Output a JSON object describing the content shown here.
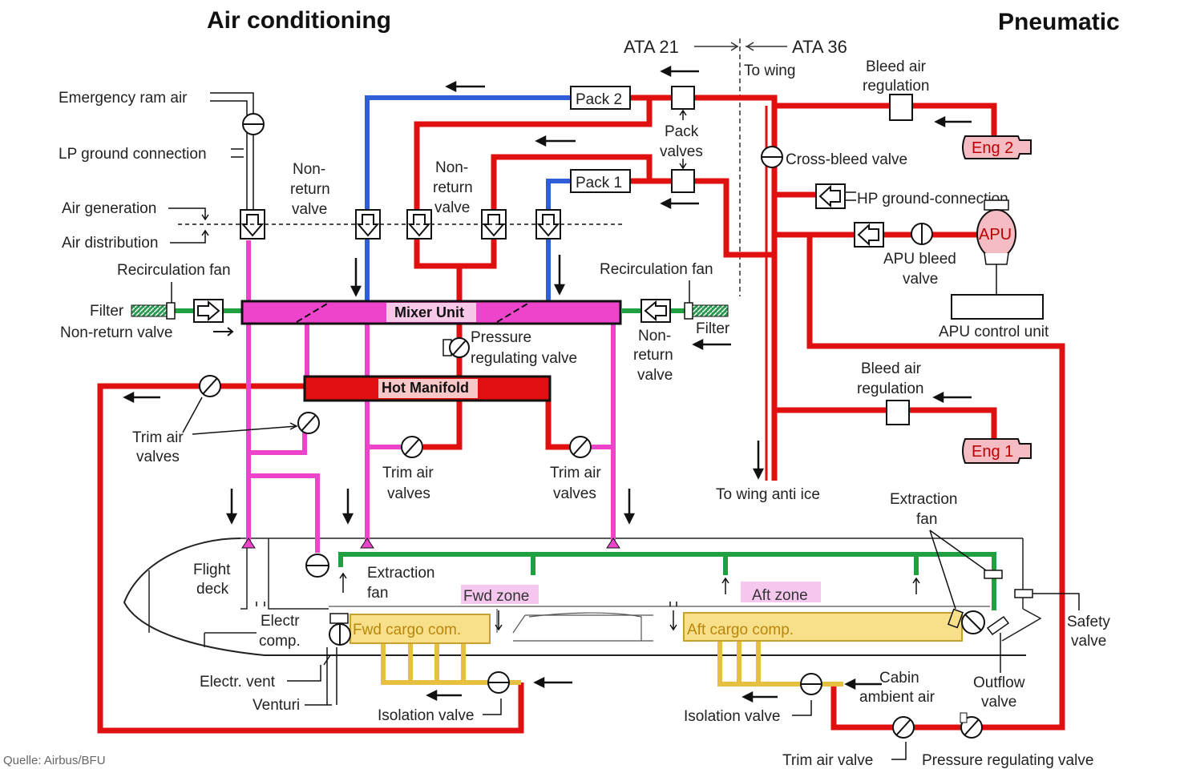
{
  "headings": {
    "air_conditioning": "Air conditioning",
    "pneumatic": "Pneumatic",
    "ata21": "ATA 21",
    "ata36": "ATA 36"
  },
  "labels": {
    "emergency_ram_air": "Emergency ram air",
    "lp_ground_connection": "LP ground connection",
    "air_generation": "Air generation",
    "air_distribution": "Air distribution",
    "recirculation_fan_left": "Recirculation fan",
    "recirculation_fan_right": "Recirculation fan",
    "filter_left": "Filter",
    "filter_right": "Filter",
    "non_return_valve_left": "Non-return valve",
    "non_return_valve_a": [
      "Non-",
      "return",
      "valve"
    ],
    "non_return_valve_b": [
      "Non-",
      "return",
      "valve"
    ],
    "non_return_valve_right": [
      "Non-",
      "return",
      "valve"
    ],
    "pack2": "Pack 2",
    "pack1": "Pack 1",
    "pack_valves": [
      "Pack",
      "valves"
    ],
    "to_wing": "To wing",
    "bleed_air_regulation_top": [
      "Bleed air",
      "regulation"
    ],
    "bleed_air_regulation_bottom": [
      "Bleed air",
      "regulation"
    ],
    "eng2": "Eng 2",
    "eng1": "Eng 1",
    "cross_bleed_valve": "Cross-bleed valve",
    "hp_ground_connection": "HP ground-connection",
    "apu": "APU",
    "apu_bleed_valve": [
      "APU bleed",
      "valve"
    ],
    "apu_control_unit": "APU control unit",
    "mixer_unit": "Mixer Unit",
    "hot_manifold": "Hot Manifold",
    "pressure_regulating_valve": [
      "Pressure",
      "regulating valve"
    ],
    "trim_air_valves_left": [
      "Trim air",
      "valves"
    ],
    "trim_air_valves_mid": [
      "Trim air",
      "valves"
    ],
    "trim_air_valves_right": [
      "Trim air",
      "valves"
    ],
    "to_wing_anti_ice": "To wing anti ice",
    "extraction_fan_right": [
      "Extraction",
      "fan"
    ],
    "extraction_fan_left": [
      "Extraction",
      "fan"
    ],
    "flight_deck": [
      "Flight",
      "deck"
    ],
    "electr_comp": [
      "Electr",
      "comp."
    ],
    "fwd_zone": "Fwd zone",
    "aft_zone": "Aft zone",
    "fwd_cargo": "Fwd cargo com.",
    "aft_cargo": "Aft cargo comp.",
    "electr_vent": "Electr. vent",
    "venturi": "Venturi",
    "isolation_valve_left": "Isolation valve",
    "isolation_valve_right": "Isolation valve",
    "cabin_ambient_air": [
      "Cabin",
      "ambient air"
    ],
    "outflow_valve": [
      "Outflow",
      "valve"
    ],
    "safety_valve": [
      "Safety",
      "valve"
    ],
    "trim_air_valve_bottom": "Trim air valve",
    "pressure_regulating_valve_bottom": "Pressure regulating valve",
    "source": "Quelle: Airbus/BFU"
  },
  "colors": {
    "bleed": "#e01010",
    "cold_pack_outlet": "#2f5fd6",
    "mixed": "#ee44cc",
    "recirc": "#20a040",
    "cargo": "#e8c040",
    "eng_fill": "#f6bcc4"
  }
}
